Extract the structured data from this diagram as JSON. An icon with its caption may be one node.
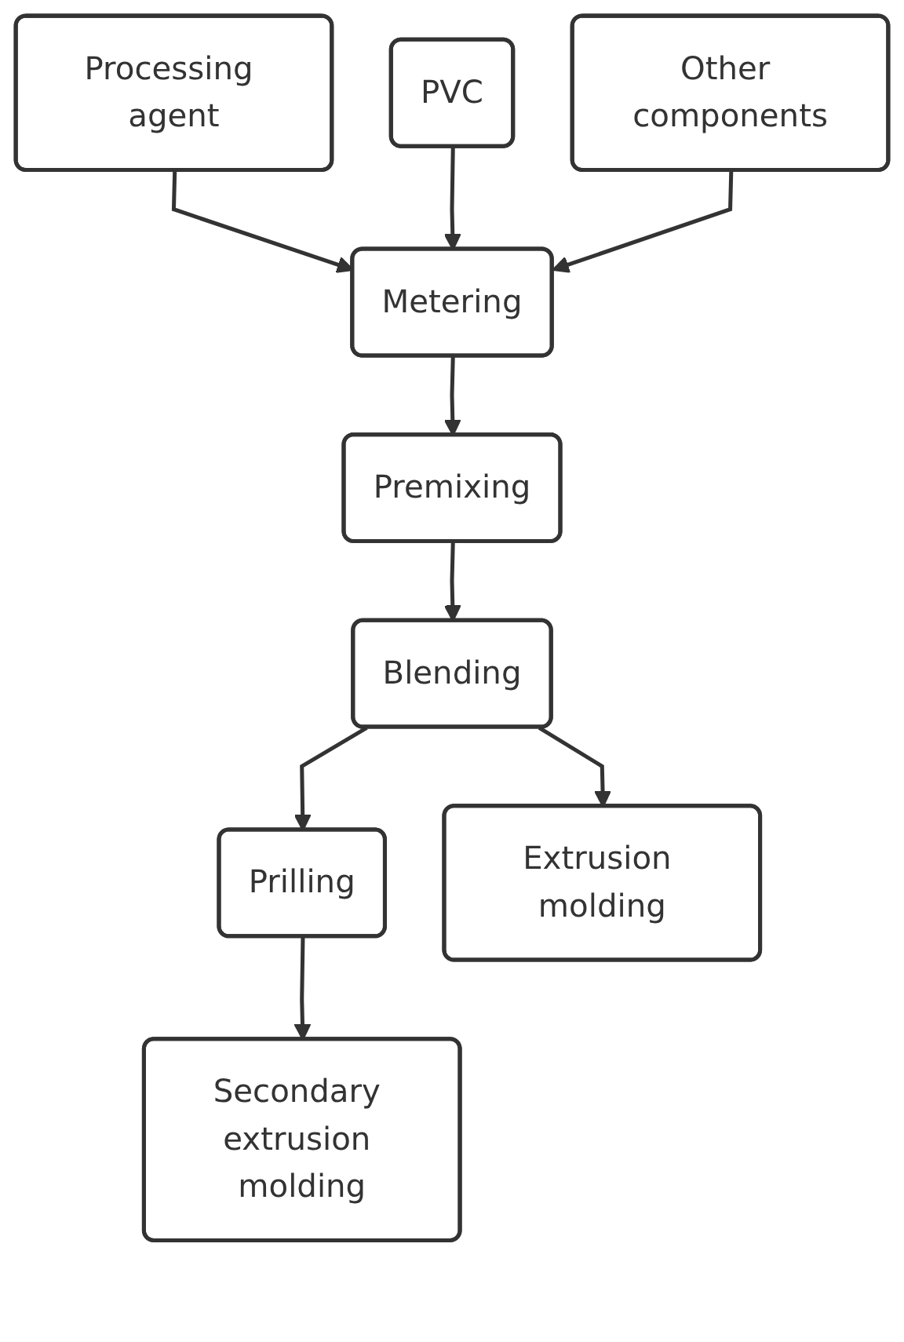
{
  "diagram": {
    "nodes": [
      {
        "text": [
          "Processing agent"
        ]
      },
      {
        "text": [
          "PVC"
        ]
      },
      {
        "text": [
          "Other components"
        ]
      },
      {
        "text": [
          "Metering"
        ]
      },
      {
        "text": [
          "Premixing"
        ]
      },
      {
        "text": [
          "Blending"
        ]
      },
      {
        "text": [
          "Prilling"
        ]
      },
      {
        "text": [
          "Extrusion molding"
        ]
      },
      {
        "text": [
          "Secondary extrusion molding"
        ]
      }
    ],
    "edges": [
      {
        "from": 0,
        "to": 3,
        "arrow": "to"
      },
      {
        "from": 1,
        "to": 3,
        "arrow": "to"
      },
      {
        "from": 2,
        "to": 3,
        "arrow": "to"
      },
      {
        "from": 3,
        "to": 4,
        "arrow": "to"
      },
      {
        "from": 4,
        "to": 5,
        "arrow": "to"
      },
      {
        "from": 5,
        "to": 6,
        "arrow": "to"
      },
      {
        "from": 5,
        "to": 7,
        "arrow": "to"
      },
      {
        "from": 6,
        "to": 8,
        "arrow": "to"
      }
    ]
  }
}
